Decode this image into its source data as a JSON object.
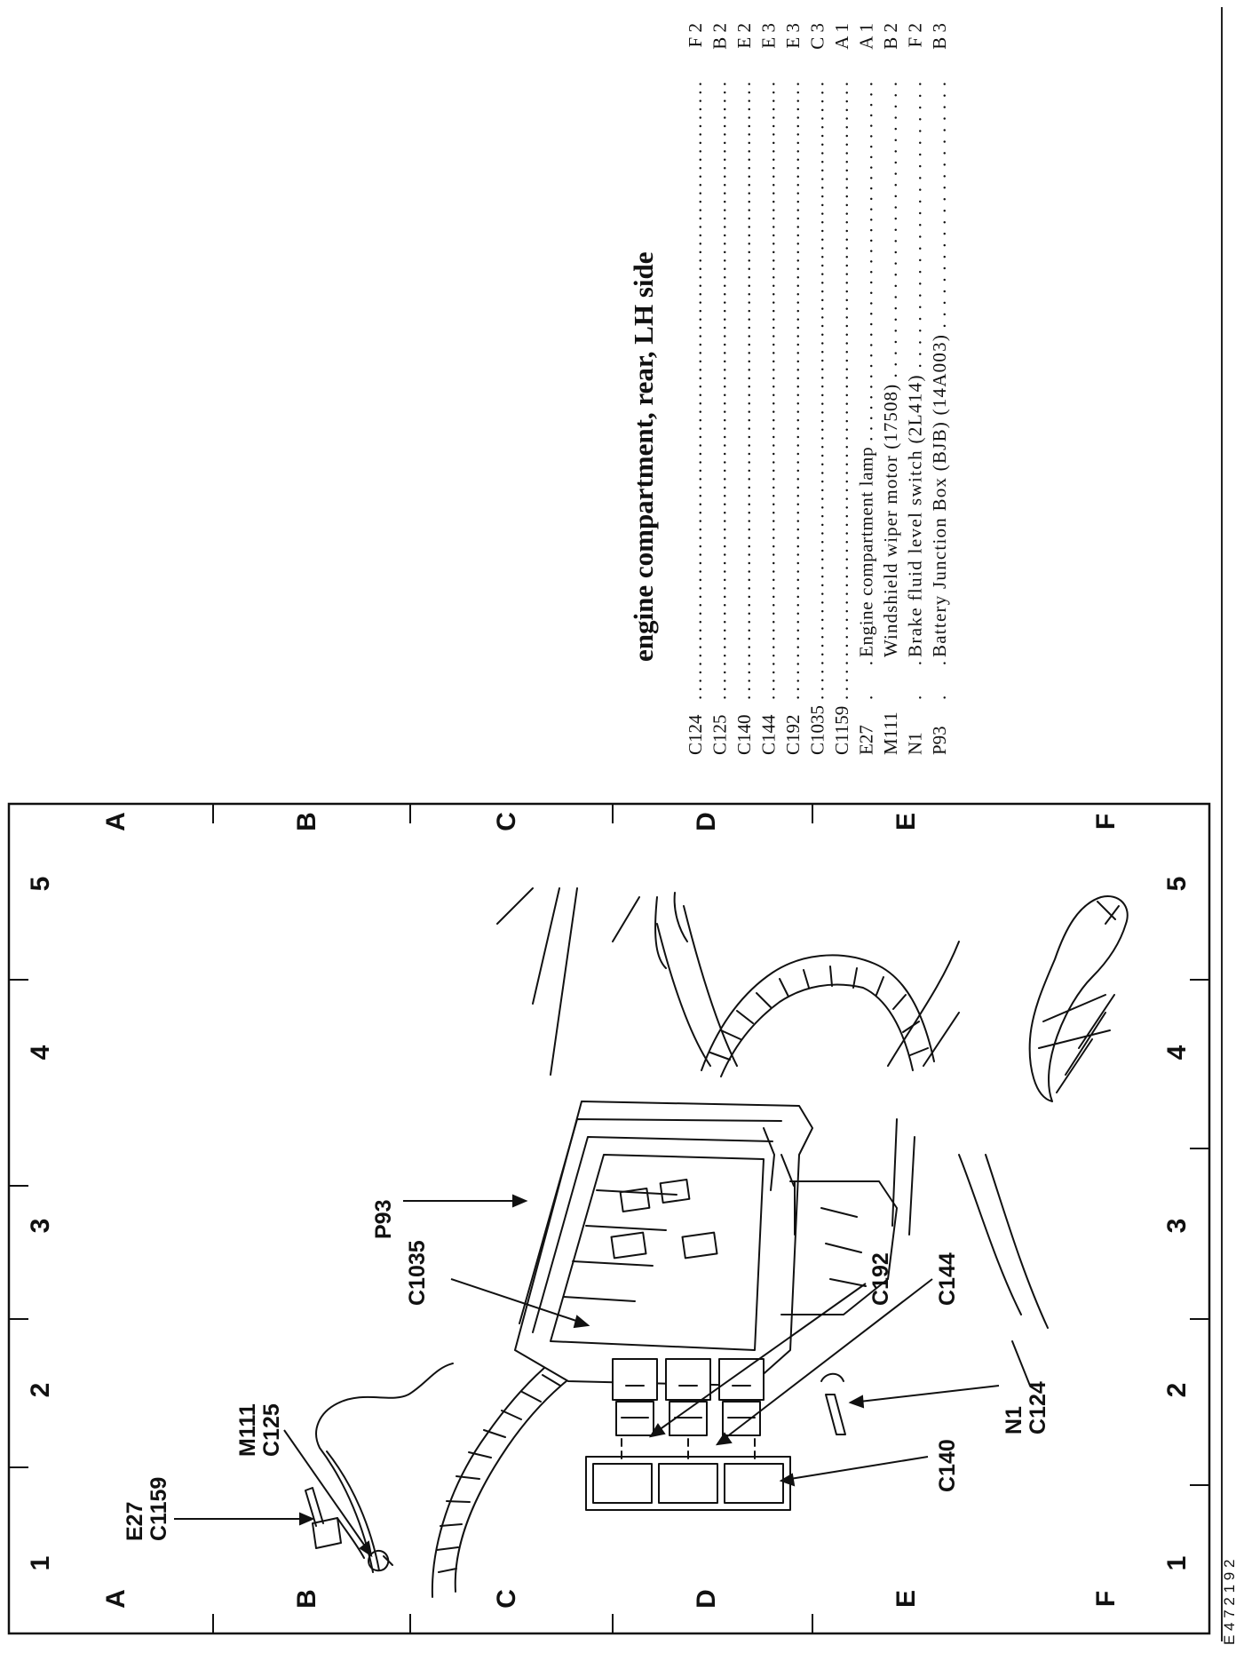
{
  "title": "engine compartment, rear, LH side",
  "index_entries": [
    {
      "code": "C124",
      "leader": " . . . . . . . . . . . . . . . . . . . . . . . . . . . . . . . . . . . . . . . . . . . . . . . . . . . . . . . . . . . . . . . . . . . . . . . . . .",
      "description": "",
      "location": "F 2"
    },
    {
      "code": "C125",
      "leader": " . . . . . . . . . . . . . . . . . . . . . . . . . . . . . . . . . . . . . . . . . . . . . . . . . . . . . . . . . . . . . . . . . . . . . . . . . .",
      "description": "",
      "location": "B 2"
    },
    {
      "code": "C140",
      "leader": " . . . . . . . . . . . . . . . . . . . . . . . . . . . . . . . . . . . . . . . . . . . . . . . . . . . . . . . . . . . . . . . . . . . . . . . . . .",
      "description": "",
      "location": "E 2"
    },
    {
      "code": "C144",
      "leader": " . . . . . . . . . . . . . . . . . . . . . . . . . . . . . . . . . . . . . . . . . . . . . . . . . . . . . . . . . . . . . . . . . . . . . . . . . .",
      "description": "",
      "location": "E 3"
    },
    {
      "code": "C192",
      "leader": " . . . . . . . . . . . . . . . . . . . . . . . . . . . . . . . . . . . . . . . . . . . . . . . . . . . . . . . . . . . . . . . . . . . . . . . . . .",
      "description": "",
      "location": "E 3"
    },
    {
      "code": "C1035",
      "leader": " . . . . . . . . . . . . . . . . . . . . . . . . . . . . . . . . . . . . . . . . . . . . . . . . . . . . . . . . . . . . . . . . . . . . . . . .",
      "description": "",
      "location": "C 3"
    },
    {
      "code": "C1159",
      "leader": " . . . . . . . . . . . . . . . . . . . . . . . . . . . . . . . . . . . . . . . . . . . . . . . . . . . . . . . . . . . . . . . . . . . . . . . .",
      "description": "",
      "location": "A 1"
    },
    {
      "code": "E27",
      "leader": " . . ",
      "description": "Engine compartment lamp  . . . . . . . . . . . . . . . . . . . . . . . . . . . . . . . . . . .",
      "location": "A 1"
    },
    {
      "code": "M111",
      "leader": " ",
      "description": "Windshield wiper motor (17508)  . . . . . . . . . . . . . . . . . . . . . . . . . . .",
      "location": "B 2"
    },
    {
      "code": "N1",
      "leader": " . . ",
      "description": "Brake fluid level switch (2L414)  . . . . . . . . . . . . . . . . . . . . . . . . .",
      "location": "F 2"
    },
    {
      "code": "P93",
      "leader": " . . ",
      "description": "Battery Junction Box (BJB) (14A003)  . . . . . . . . . . . . . . . . . . . . . .",
      "location": "B 3"
    }
  ],
  "grid": {
    "rows_left": [
      "A",
      "B",
      "C",
      "D",
      "E",
      "F"
    ],
    "rows_right": [
      "A",
      "B",
      "C",
      "D",
      "E",
      "F"
    ],
    "cols_top": [
      "1",
      "2",
      "3",
      "4",
      "5"
    ],
    "cols_bottom": [
      "1",
      "2",
      "3",
      "4",
      "5"
    ]
  },
  "callouts": [
    {
      "lines": [
        "E27",
        "C1159"
      ]
    },
    {
      "lines": [
        "M111",
        "C125"
      ]
    },
    {
      "lines": [
        "C1035"
      ]
    },
    {
      "lines": [
        "P93"
      ]
    },
    {
      "lines": [
        "C192"
      ]
    },
    {
      "lines": [
        "C144"
      ]
    },
    {
      "lines": [
        "N1",
        "C124"
      ]
    },
    {
      "lines": [
        "C140"
      ]
    }
  ],
  "figure_number": "E 4 7 2 1 9 2"
}
